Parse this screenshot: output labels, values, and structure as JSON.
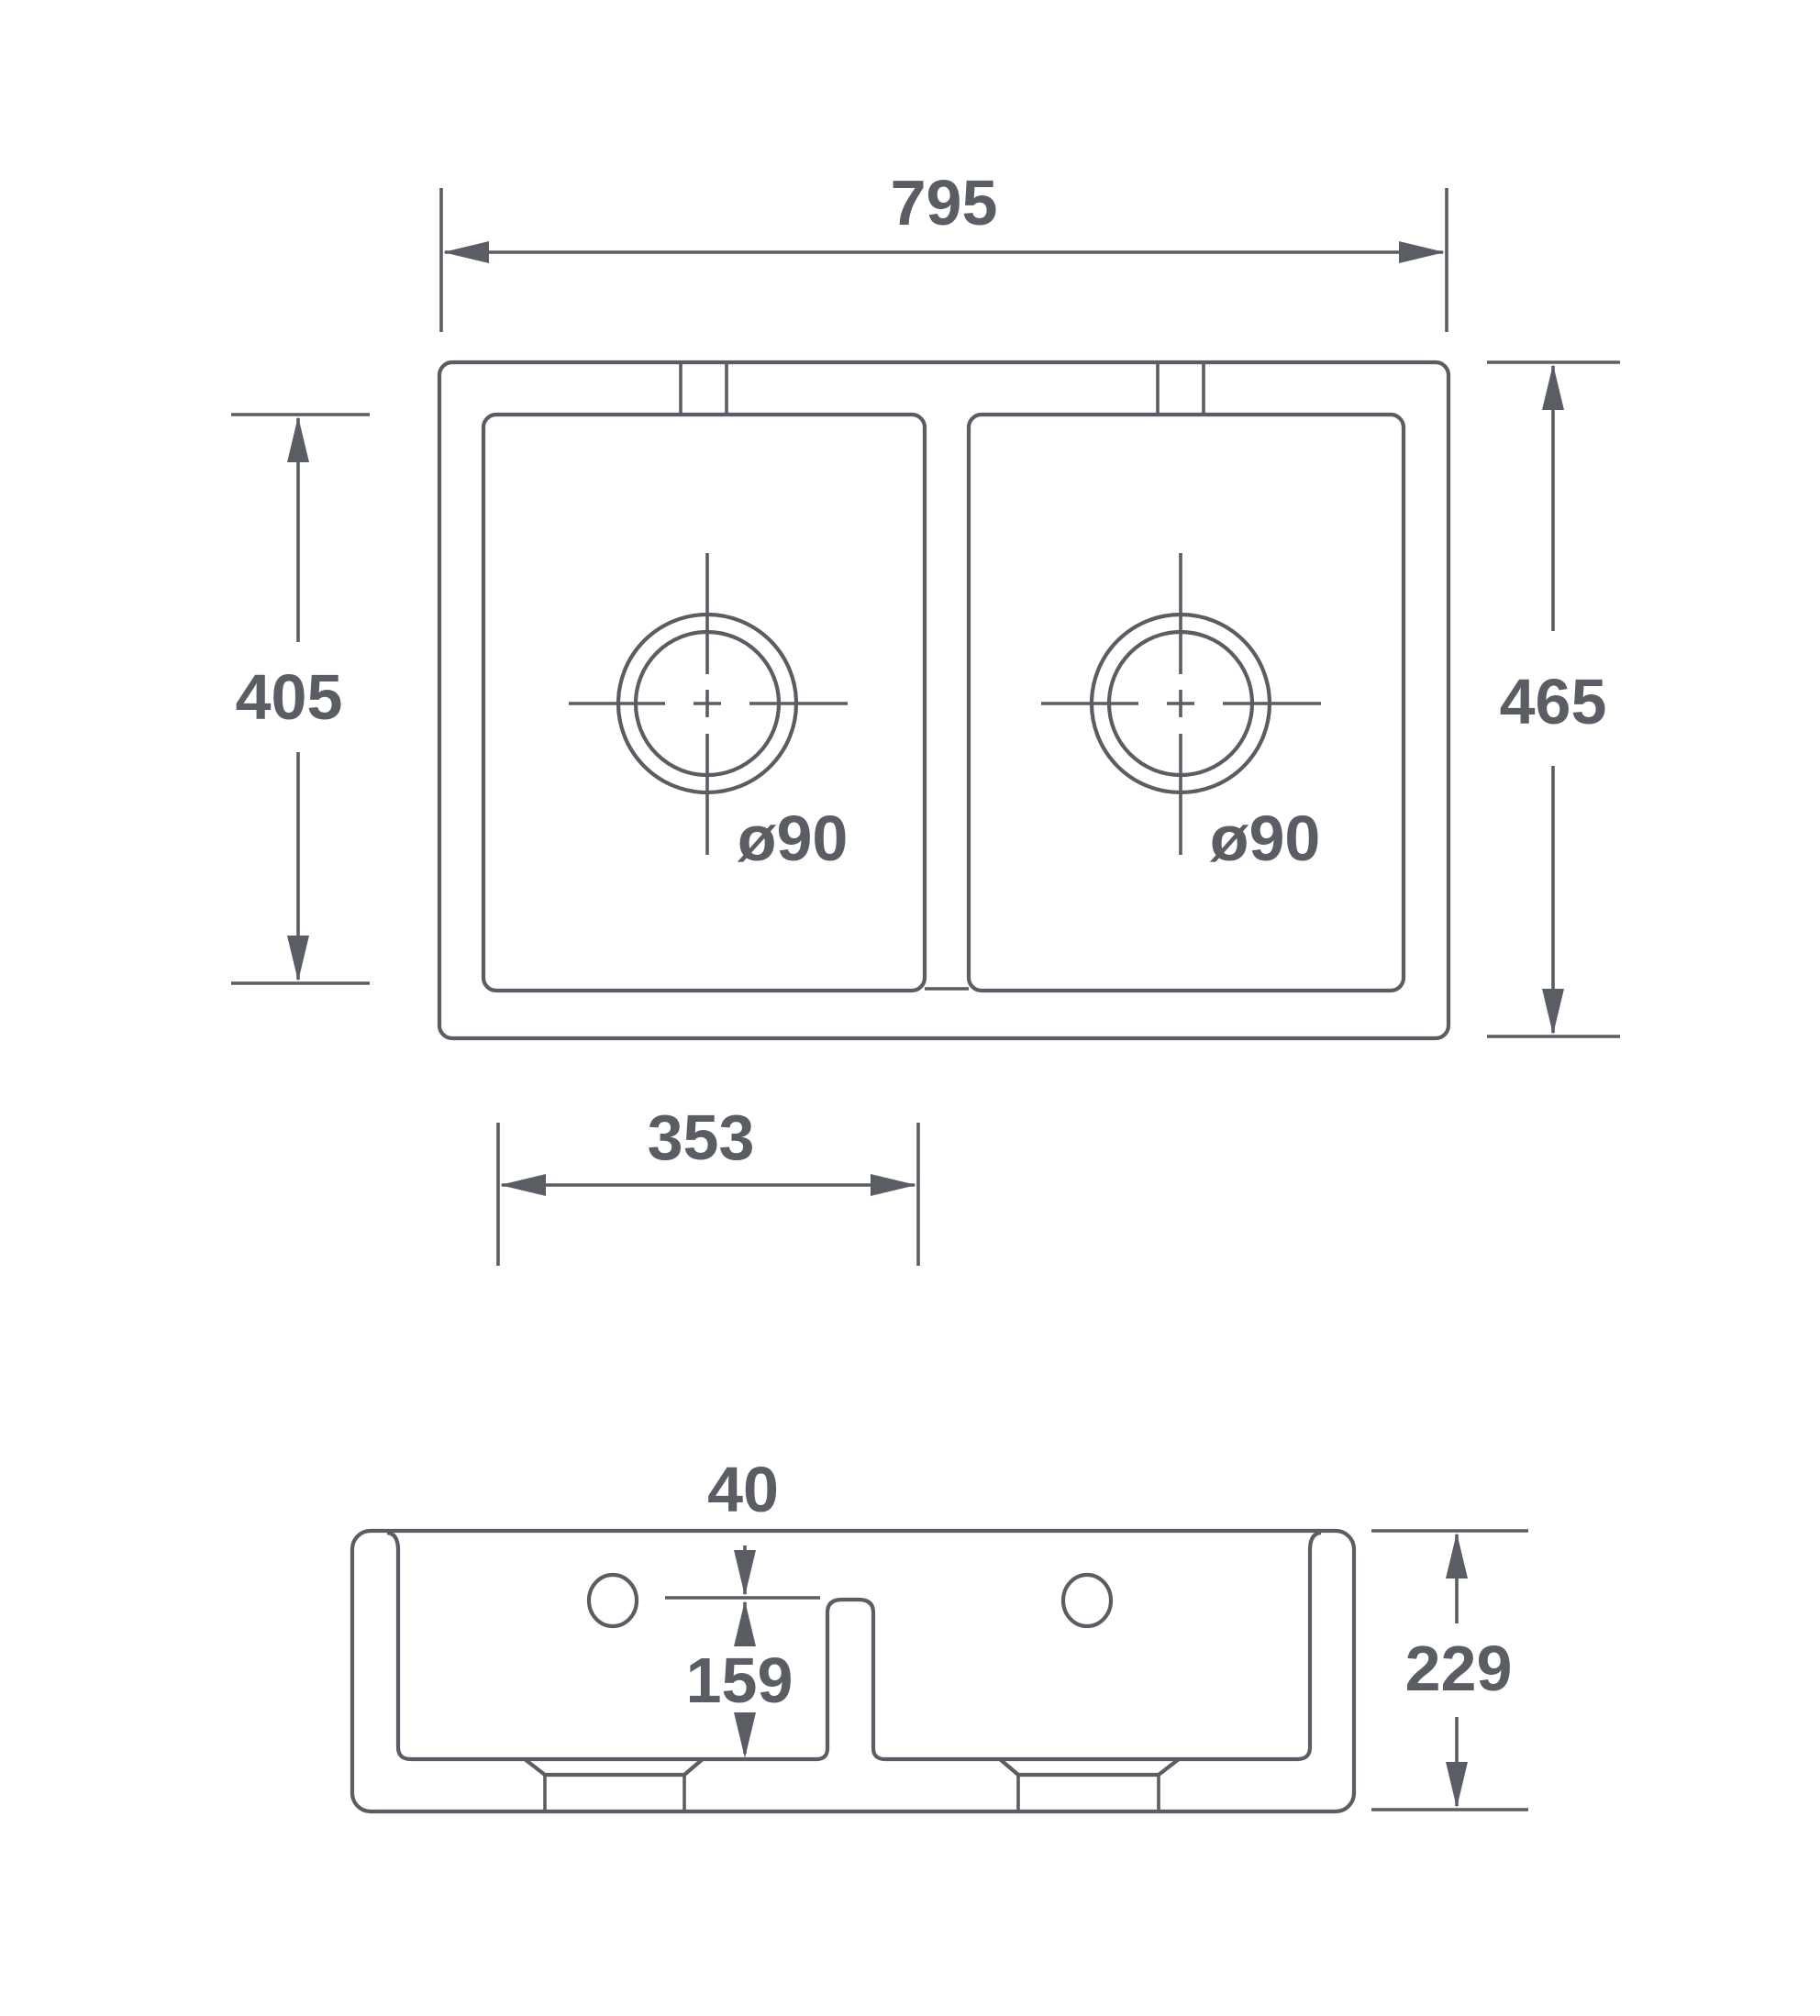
{
  "diagram": {
    "line_color": "#5a5d63",
    "background": "#ffffff",
    "top_view": {
      "overall_width": "795",
      "overall_depth": "465",
      "bowl_depth": "405",
      "bowl_width": "353",
      "left_waste_diameter": "ø90",
      "right_waste_diameter": "ø90"
    },
    "front_view": {
      "overflow_offset": "40",
      "overflow_height": "159",
      "overall_height": "229"
    }
  }
}
